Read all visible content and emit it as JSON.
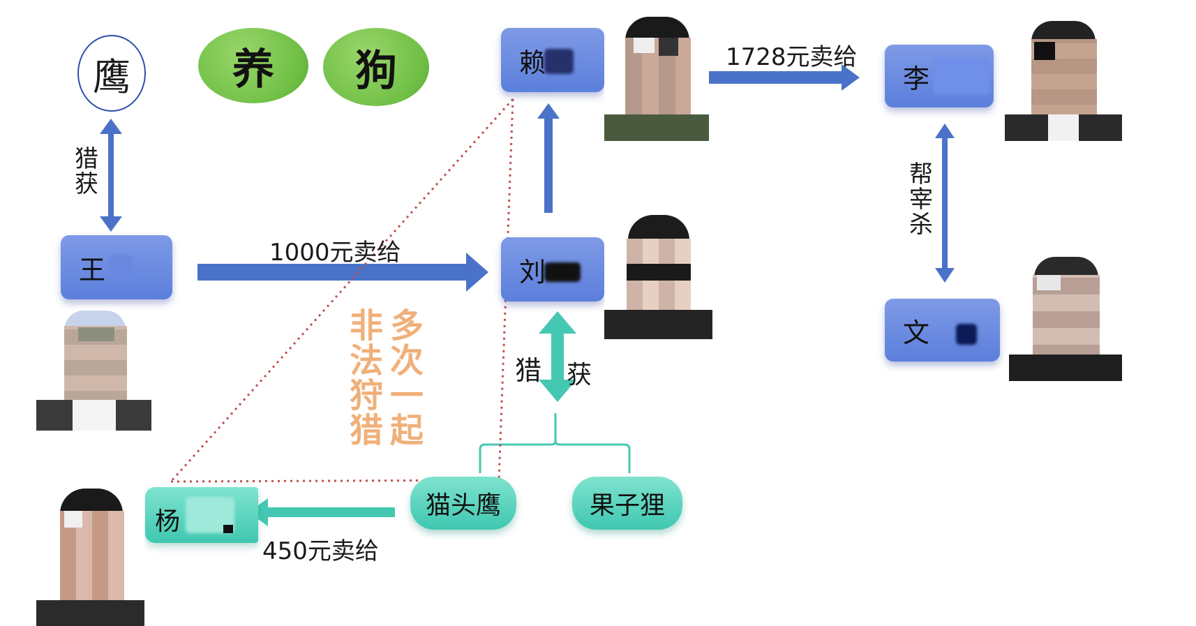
{
  "title": {
    "char1": "养",
    "char2": "狗"
  },
  "eagle": "鹰",
  "hunt_label_1": "猎获",
  "people": {
    "wang": "王",
    "lai": "赖",
    "liu": "刘",
    "li": "李",
    "wen": "文",
    "yang": "杨"
  },
  "edges": {
    "wang_to_liu": "1000元卖给",
    "lai_to_li": "1728元卖给",
    "to_yang": "450元卖给",
    "help_kill": "帮宰杀",
    "hunt_left": "猎",
    "hunt_right": "获"
  },
  "animals": {
    "owl": "猫头鹰",
    "civet": "果子狸"
  },
  "note": {
    "col1": "非法狩猎",
    "col2": "多次一起"
  },
  "colors": {
    "blue_arrow": "#4a72c8",
    "teal": "#45c8b2",
    "dotted": "#c0504d",
    "orange_text": "#f0b07a"
  }
}
